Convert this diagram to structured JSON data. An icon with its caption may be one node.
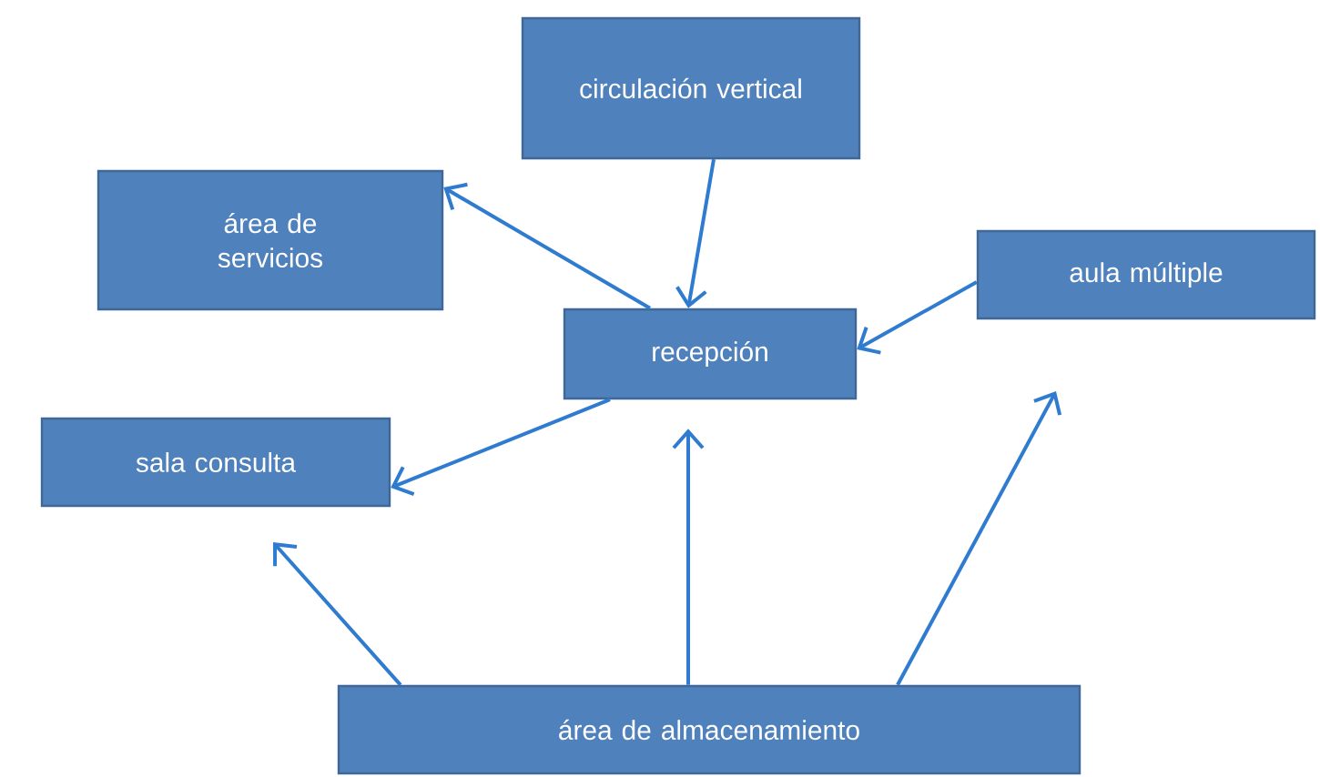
{
  "diagram": {
    "nodes": [
      {
        "text": [
          "circulación vertical"
        ]
      },
      {
        "text": [
          "área de servicios"
        ]
      },
      {
        "text": [
          "aula múltiple"
        ]
      },
      {
        "text": [
          "recepción"
        ]
      },
      {
        "text": [
          "sala consulta"
        ]
      },
      {
        "text": [
          "área de almacenamiento"
        ]
      }
    ],
    "edges": [
      {
        "from": 0,
        "to": 3,
        "arrow": "to"
      },
      {
        "from": 3,
        "to": 1,
        "arrow": "to"
      },
      {
        "from": 2,
        "to": 3,
        "arrow": "to"
      },
      {
        "from": 3,
        "to": 4,
        "arrow": "to"
      },
      {
        "from": 5,
        "to": null,
        "arrow": "to"
      },
      {
        "from": 5,
        "to": 3,
        "arrow": "to"
      },
      {
        "from": 5,
        "to": null,
        "arrow": "to"
      }
    ]
  }
}
